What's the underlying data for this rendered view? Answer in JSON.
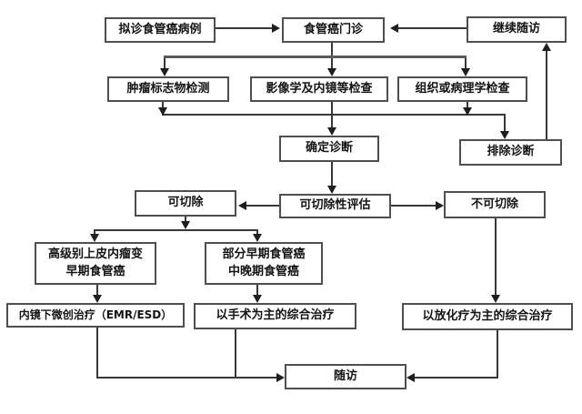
{
  "diagram": {
    "description": "Esophageal cancer diagnosis and treatment flowchart",
    "colors": {
      "background": "#ffffff",
      "box_border": "#4f4f4f",
      "line": "#383838",
      "arrow": "#1f1f1f",
      "text": "#141414"
    },
    "nodes": {
      "suspected_case": {
        "label": "拟诊食管癌病例"
      },
      "clinic": {
        "label": "食管癌门诊"
      },
      "continue_followup": {
        "label": "继续随访"
      },
      "tumor_markers": {
        "label": "肿瘤标志物检测"
      },
      "imaging_endoscopy": {
        "label": "影像学及内镜等检查"
      },
      "pathology": {
        "label": "组织或病理学检查"
      },
      "confirm_diagnosis": {
        "label": "确定诊断"
      },
      "exclude_diagnosis": {
        "label": "排除诊断"
      },
      "resectable": {
        "label": "可切除"
      },
      "resectability_eval": {
        "label": "可切除性评估"
      },
      "unresectable": {
        "label": "不可切除"
      },
      "hgin_early": {
        "line1": "高级别上皮内瘤变",
        "line2": "早期食管癌"
      },
      "partial_early": {
        "line1": "部分早期食管癌",
        "line2": "中晚期食管癌"
      },
      "endoscopic_treatment": {
        "label": "内镜下微创治疗（EMR/ESD）"
      },
      "surgery_treatment": {
        "label": "以手术为主的综合治疗"
      },
      "chemoradio_treatment": {
        "label": "以放化疗为主的综合治疗"
      },
      "followup": {
        "label": "随访"
      }
    }
  }
}
